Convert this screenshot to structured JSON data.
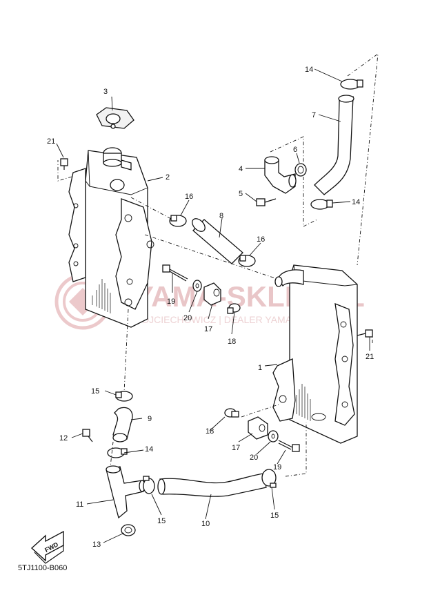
{
  "diagram": {
    "code": "5TJ1100-B060",
    "fwd_label": "FWD",
    "watermark": {
      "title": "YAMA-SKLEP.PL",
      "subtitle": "WOJCIECHOWICZ | DEALER YAMAHA"
    },
    "callouts": [
      "1",
      "2",
      "3",
      "4",
      "5",
      "6",
      "7",
      "8",
      "9",
      "10",
      "11",
      "12",
      "13",
      "14",
      "14",
      "14",
      "15",
      "15",
      "15",
      "16",
      "16",
      "17",
      "17",
      "18",
      "18",
      "19",
      "19",
      "20",
      "20",
      "21",
      "21"
    ]
  }
}
